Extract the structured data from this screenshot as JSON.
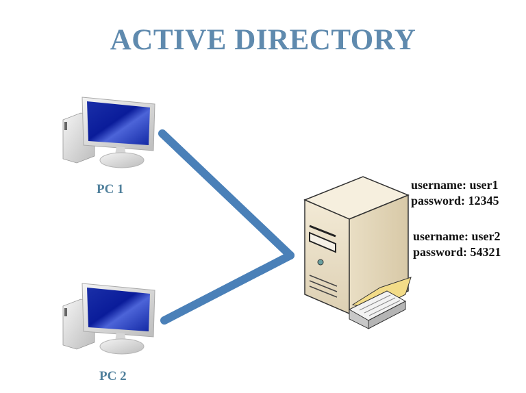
{
  "title": "ACTIVE DIRECTORY",
  "nodes": {
    "pc1": {
      "label": "PC 1",
      "icon": "desktop-computer-icon"
    },
    "pc2": {
      "label": "PC 2",
      "icon": "desktop-computer-icon"
    },
    "server": {
      "icon": "server-tower-icon",
      "book_icon": "directory-book-icon"
    }
  },
  "credentials": [
    {
      "username": "username: user1",
      "password": "password: 12345"
    },
    {
      "username": "username: user2",
      "password": "password: 54321"
    }
  ],
  "colors": {
    "title": "#5f8aae",
    "connector": "#4a80b8",
    "label": "#50809c"
  }
}
